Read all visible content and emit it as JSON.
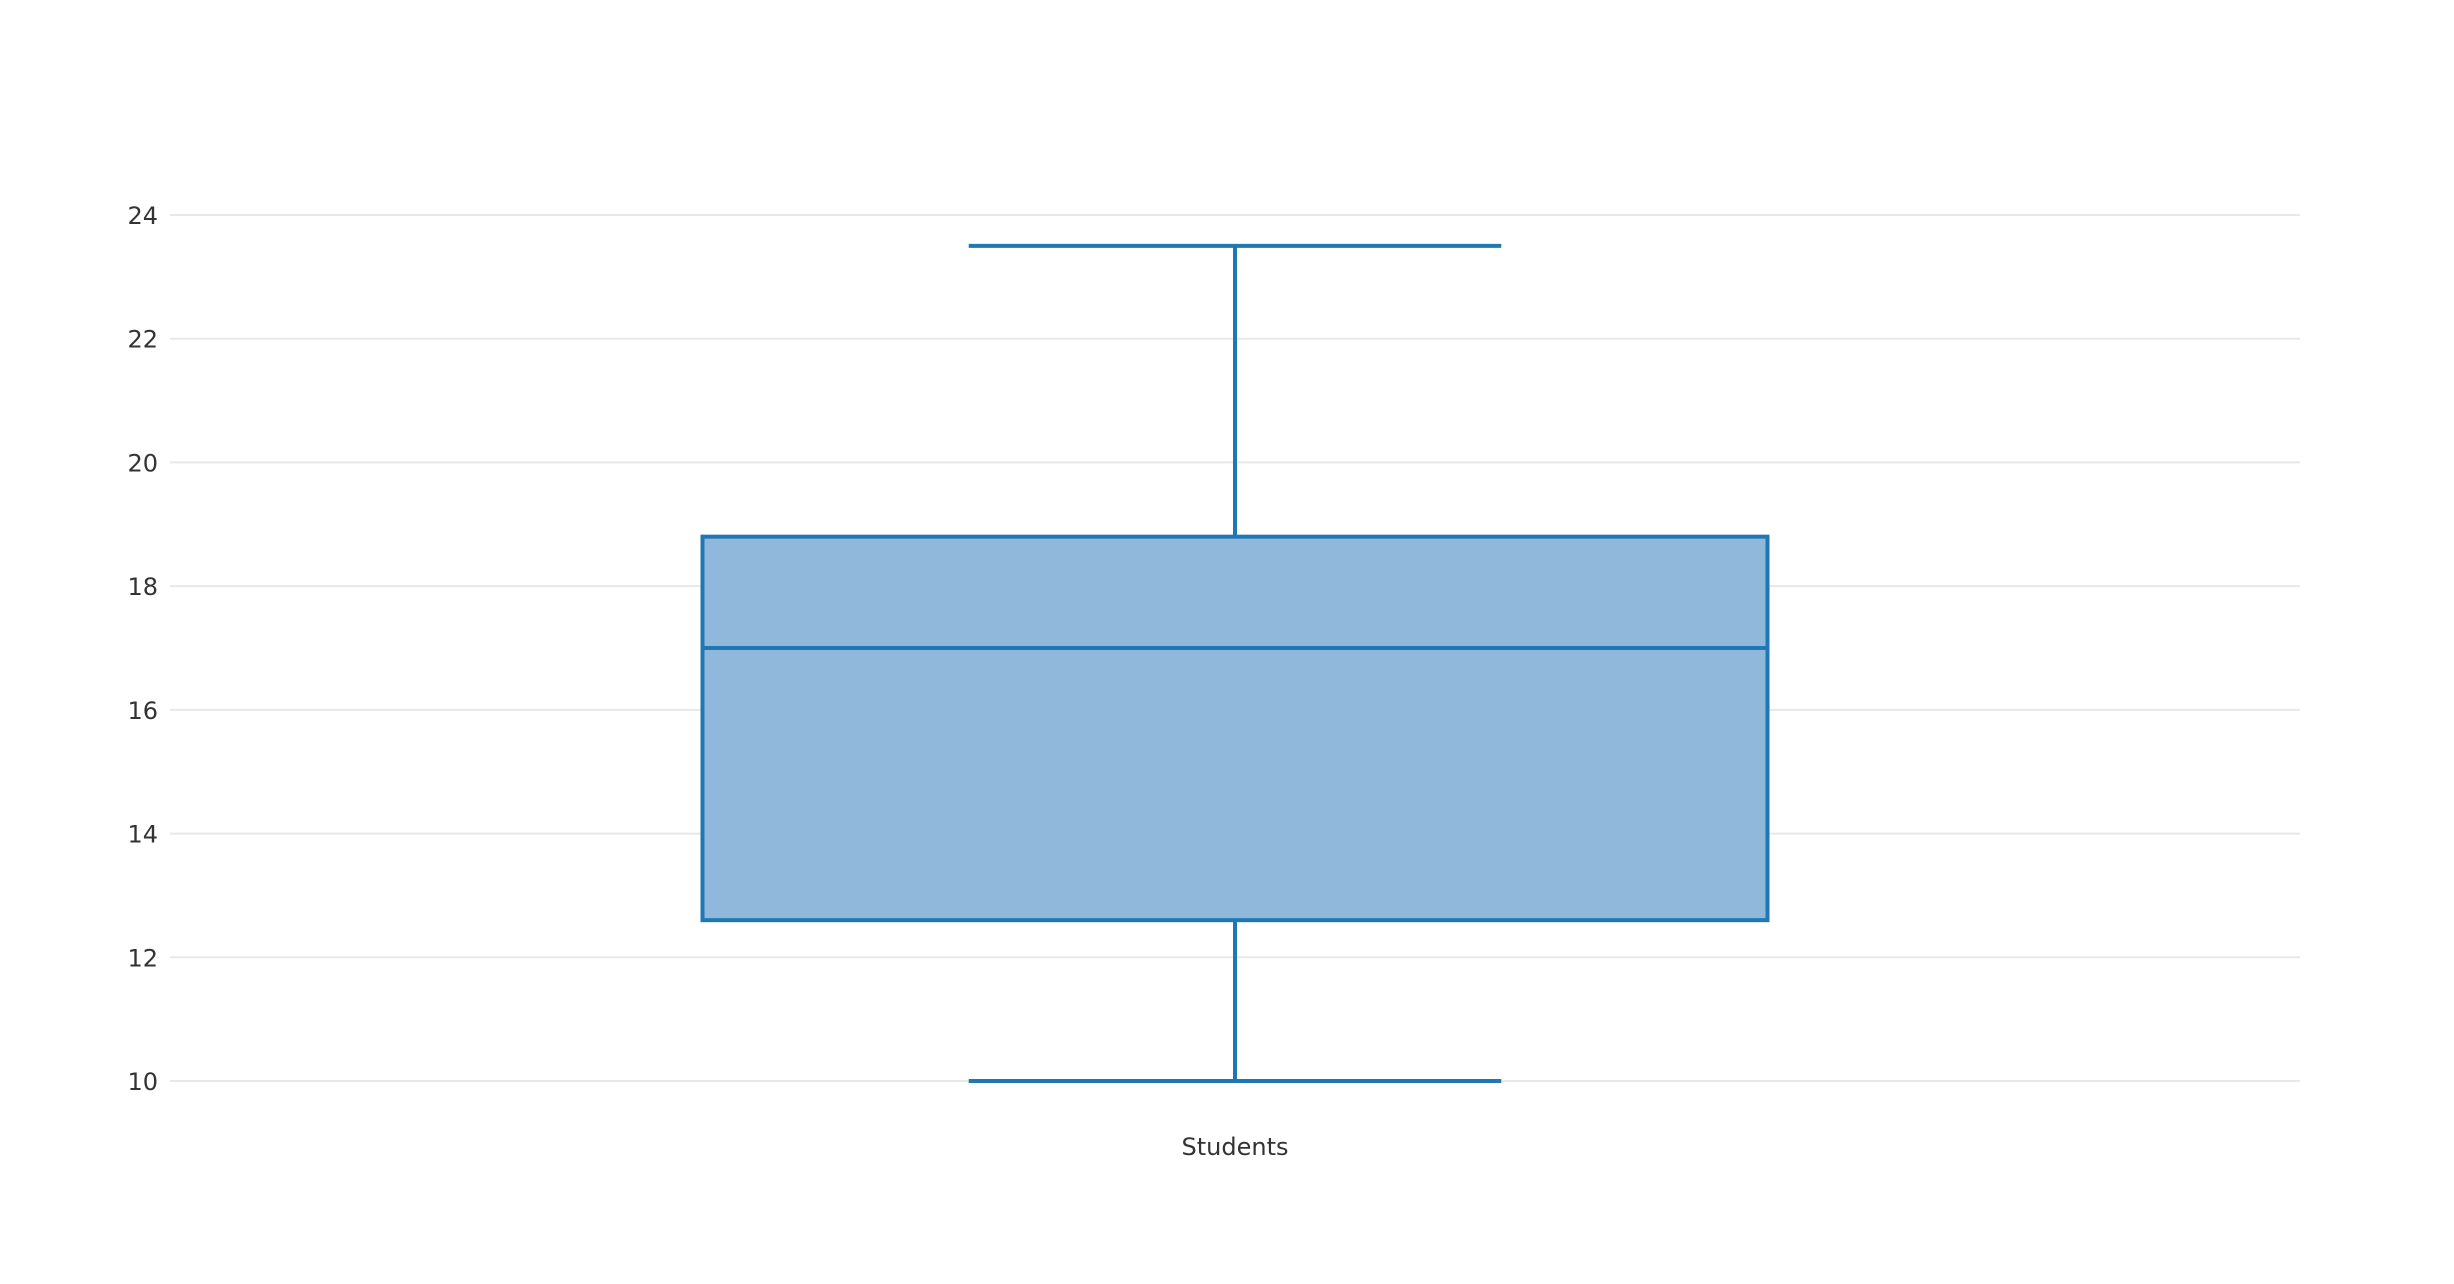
{
  "chart_data": {
    "type": "box",
    "categories": [
      "Students"
    ],
    "series": [
      {
        "category": "Students",
        "min": 10,
        "q1": 12.6,
        "median": 17,
        "q3": 18.8,
        "max": 23.5
      }
    ],
    "ylim": [
      10,
      24
    ],
    "yticks": [
      10,
      12,
      14,
      16,
      18,
      20,
      22,
      24
    ],
    "grid": true,
    "colors": {
      "box_fill": "#8fb8da",
      "box_line": "#1f77b4",
      "grid": "#e8e8e8",
      "text": "#333333"
    }
  }
}
